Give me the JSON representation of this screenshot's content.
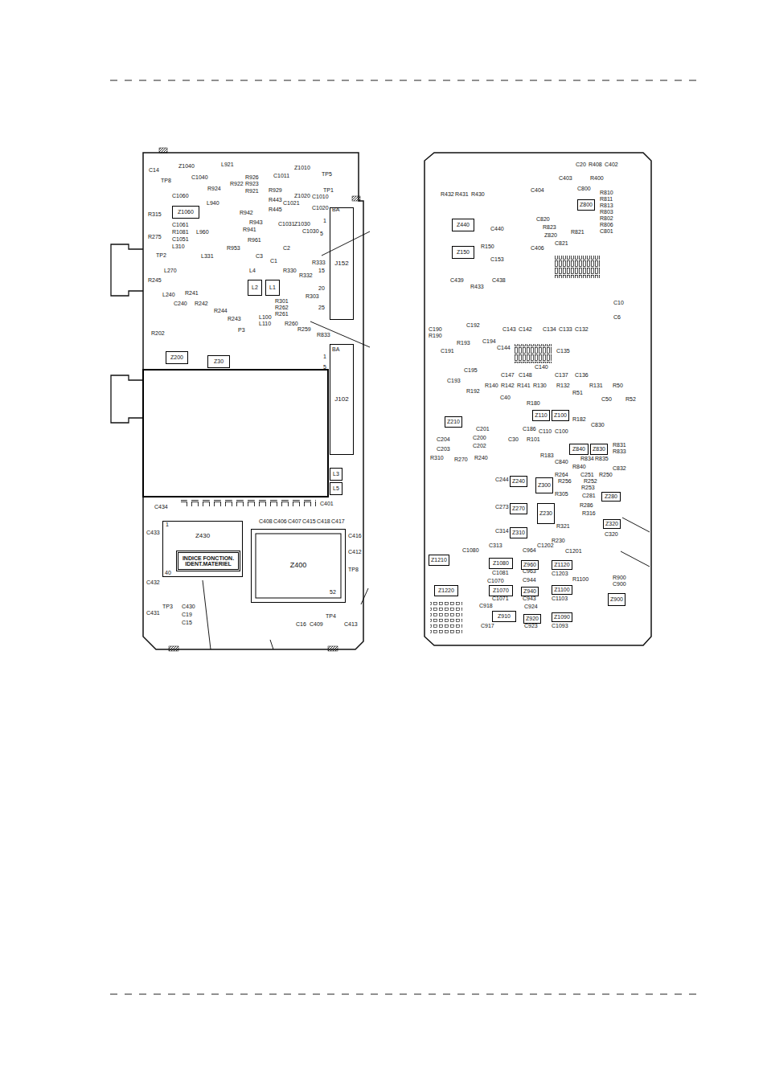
{
  "diagram": {
    "nodes": [
      {
        "text": [
          "Z430"
        ]
      },
      {
        "text": [
          "INDICE FONCTION. IDENT.MATERIEL"
        ],
        "in": 0
      },
      {
        "text": [
          "Z400"
        ]
      },
      {
        "text": [
          "J152"
        ]
      },
      {
        "text": [
          "J102"
        ]
      },
      {
        "text": [
          "Z200"
        ]
      },
      {
        "text": [
          "Z30"
        ]
      },
      {
        "text": [
          "Z1060"
        ]
      },
      {
        "text": [
          "L2"
        ]
      },
      {
        "text": [
          "L1"
        ]
      },
      {
        "text": [
          "L3"
        ]
      },
      {
        "text": [
          "L5"
        ]
      },
      {
        "text": [
          "Z440"
        ]
      },
      {
        "text": [
          "Z150"
        ]
      },
      {
        "text": [
          "Z800"
        ]
      },
      {
        "text": [
          "Z210"
        ]
      },
      {
        "text": [
          "Z110"
        ]
      },
      {
        "text": [
          "Z100"
        ]
      },
      {
        "text": [
          "Z840"
        ]
      },
      {
        "text": [
          "Z830"
        ]
      },
      {
        "text": [
          "Z240"
        ]
      },
      {
        "text": [
          "Z300"
        ]
      },
      {
        "text": [
          "Z270"
        ]
      },
      {
        "text": [
          "Z230"
        ]
      },
      {
        "text": [
          "Z310"
        ]
      },
      {
        "text": [
          "Z280"
        ]
      },
      {
        "text": [
          "Z320"
        ]
      },
      {
        "text": [
          "Z1080"
        ]
      },
      {
        "text": [
          "Z960"
        ]
      },
      {
        "text": [
          "Z1120"
        ]
      },
      {
        "text": [
          "Z1070"
        ]
      },
      {
        "text": [
          "Z940"
        ]
      },
      {
        "text": [
          "Z1100"
        ]
      },
      {
        "text": [
          "Z910"
        ]
      },
      {
        "text": [
          "Z920"
        ]
      },
      {
        "text": [
          "Z1090"
        ]
      },
      {
        "text": [
          "Z1220"
        ]
      },
      {
        "text": [
          "Z1210"
        ]
      },
      {
        "text": [
          "Z900"
        ]
      }
    ],
    "labels": [
      "C14",
      "TP8",
      "Z1040",
      "C1040",
      "L921",
      "R926",
      "R924",
      "R922",
      "R923",
      "R921",
      "C1011",
      "Z1010",
      "TP5",
      "TP1",
      "C1060",
      "L940",
      "R942",
      "R943",
      "R941",
      "R961",
      "R953",
      "C1061",
      "R1081",
      "L960",
      "C1051",
      "L310",
      "TP2",
      "R275",
      "R315",
      "R245",
      "L270",
      "L240",
      "C240",
      "R241",
      "R242",
      "R244",
      "R243",
      "L331",
      "C3",
      "C2",
      "C1",
      "L4",
      "R330",
      "R333",
      "R332",
      "R303",
      "R301",
      "R262",
      "R261",
      "R260",
      "R259",
      "R833",
      "R202",
      "P3",
      "L100",
      "L110",
      "C1010",
      "C1020",
      "Z1020",
      "C1021",
      "Z1030",
      "C1031",
      "C1030",
      "R929",
      "R443",
      "R445",
      "BA",
      "1",
      "5",
      "15",
      "20",
      "25",
      "BA",
      "1",
      "5",
      "C434",
      "C401",
      "C408",
      "C406",
      "C407",
      "C415",
      "C418",
      "C417",
      "C433",
      "C432",
      "C431",
      "TP3",
      "C430",
      "C19",
      "C15",
      "TP4",
      "C16",
      "C409",
      "C413",
      "C416",
      "C412",
      "TP8",
      "1",
      "40",
      "52",
      "R432",
      "R431",
      "R430",
      "C20",
      "R408",
      "C402",
      "C403",
      "R400",
      "C404",
      "C800",
      "R810",
      "R811",
      "R813",
      "R803",
      "R802",
      "R806",
      "C801",
      "C820",
      "R823",
      "Z820",
      "R821",
      "C821",
      "C406",
      "C440",
      "R150",
      "C153",
      "C439",
      "C438",
      "R433",
      "C10",
      "C6",
      "C190",
      "R190",
      "C192",
      "R193",
      "C191",
      "C194",
      "C143",
      "C142",
      "C134",
      "C133",
      "C132",
      "C144",
      "C140",
      "C135",
      "C195",
      "C193",
      "C147",
      "C148",
      "C137",
      "C136",
      "R192",
      "R140",
      "R142",
      "R141",
      "R130",
      "R132",
      "R131",
      "R50",
      "R51",
      "C50",
      "R52",
      "C40",
      "R180",
      "R182",
      "C830",
      "C186",
      "C110",
      "C100",
      "C30",
      "R101",
      "C201",
      "C200",
      "C202",
      "C204",
      "C203",
      "R310",
      "R270",
      "R240",
      "R183",
      "C840",
      "R831",
      "R833",
      "R834",
      "R835",
      "R840",
      "C832",
      "C251",
      "R250",
      "R252",
      "R264",
      "R256",
      "R305",
      "R253",
      "C244",
      "C273",
      "C281",
      "R286",
      "R316",
      "R321",
      "R230",
      "C314",
      "C320",
      "C313",
      "C1202",
      "C1080",
      "C964",
      "C1201",
      "C1081",
      "C963",
      "C1203",
      "R1100",
      "C944",
      "C1070",
      "C1071",
      "C943",
      "C1103",
      "C918",
      "C924",
      "C917",
      "C923",
      "C1093",
      "R900",
      "C900"
    ]
  }
}
